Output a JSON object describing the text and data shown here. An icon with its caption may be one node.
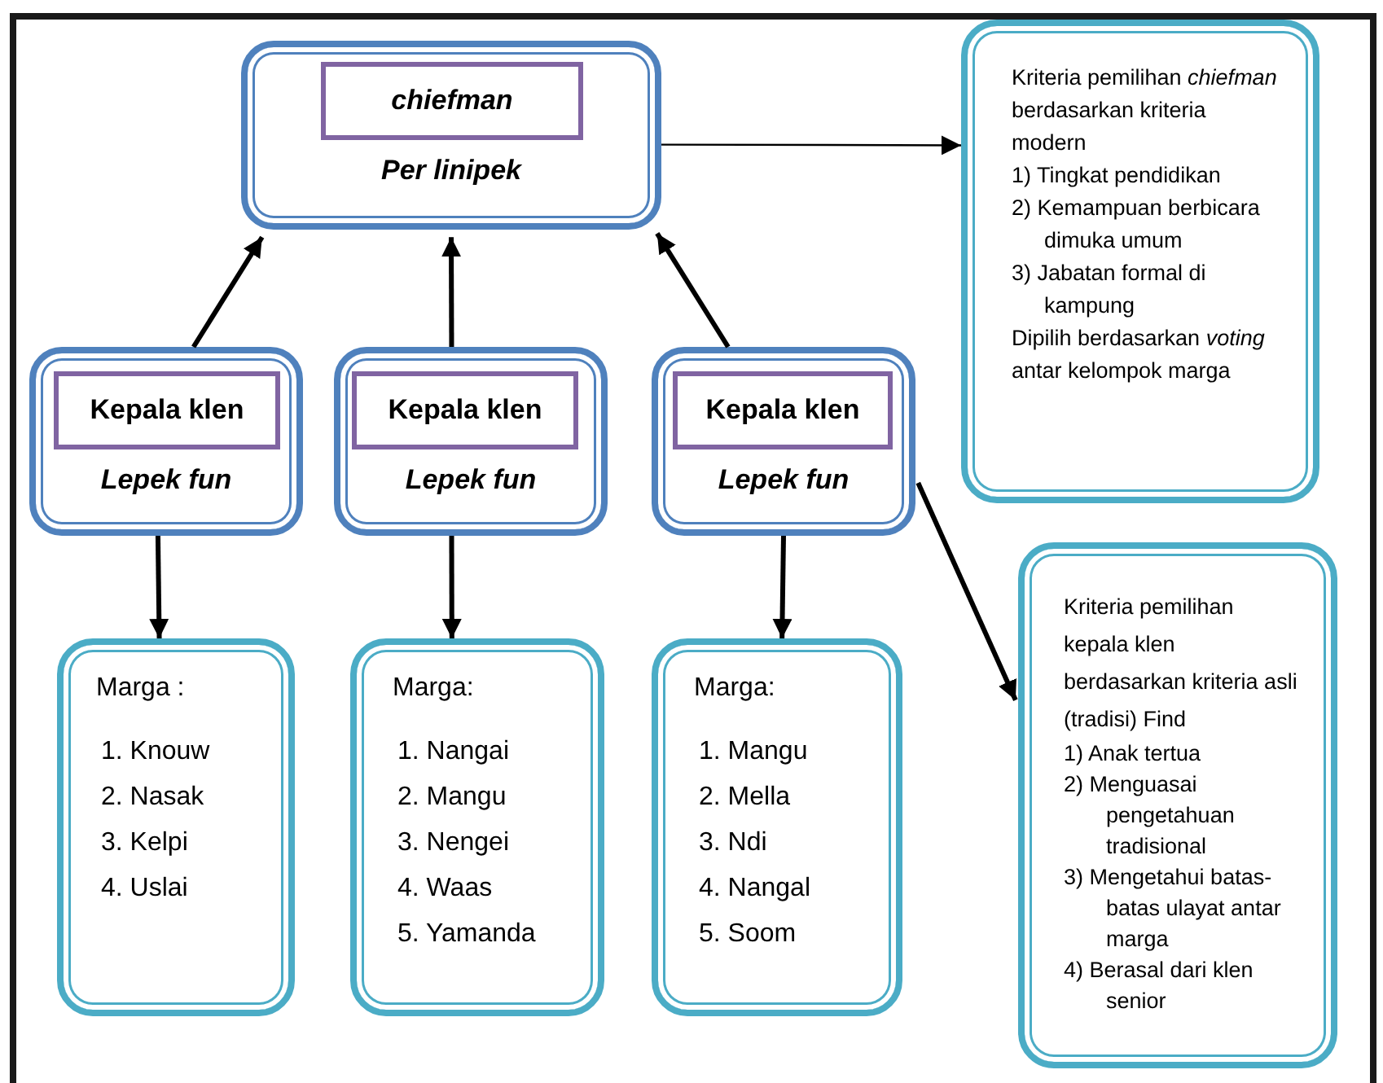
{
  "diagram": {
    "nodes": [
      {
        "text": [
          "Per linipek"
        ]
      },
      {
        "text": [
          "chiefman"
        ],
        "in": 0
      },
      {
        "text": [
          "Kriteria pemilihan *chiefman* berdasarkan kriteria modern",
          "1) Tingkat pendidikan",
          "2) Kemampuan berbicara dimuka umum",
          "3) Jabatan formal di kampung",
          "Dipilih berdasarkan *voting* antar kelompok marga"
        ]
      },
      {
        "text": [
          "Lepek fun"
        ]
      },
      {
        "text": [
          "Kepala klen"
        ],
        "in": 3
      },
      {
        "text": [
          "Lepek fun"
        ]
      },
      {
        "text": [
          "Kepala klen"
        ],
        "in": 5
      },
      {
        "text": [
          "Lepek fun"
        ]
      },
      {
        "text": [
          "Kepala klen"
        ],
        "in": 7
      },
      {
        "text": [
          "Marga :",
          "1. Knouw",
          "2. Nasak",
          "3. Kelpi",
          "4. Uslai"
        ]
      },
      {
        "text": [
          "Marga:",
          "1. Nangai",
          "2. Mangu",
          "3. Nengei",
          "4. Waas",
          "5. Yamanda"
        ]
      },
      {
        "text": [
          "Marga:",
          "1. Mangu",
          "2. Mella",
          "3. Ndi",
          "4. Nangal",
          "5. Soom"
        ]
      },
      {
        "text": [
          "Kriteria pemilihan kepala klen berdasarkan kriteria asli (tradisi) Find",
          "1) Anak tertua",
          "2) Menguasai pengetahuan tradisional",
          "3) Mengetahui batas-batas ulayat antar marga",
          "4) Berasal dari klen senior"
        ]
      }
    ],
    "edges": [
      {
        "from": 3,
        "to": 0,
        "arrow": "to"
      },
      {
        "from": 5,
        "to": 0,
        "arrow": "to"
      },
      {
        "from": 7,
        "to": 0,
        "arrow": "to"
      },
      {
        "from": 0,
        "to": 2,
        "arrow": "to"
      },
      {
        "from": 3,
        "to": 9,
        "arrow": "to"
      },
      {
        "from": 5,
        "to": 10,
        "arrow": "to"
      },
      {
        "from": 7,
        "to": 11,
        "arrow": "to"
      },
      {
        "from": 7,
        "to": 12,
        "arrow": "to"
      }
    ]
  }
}
